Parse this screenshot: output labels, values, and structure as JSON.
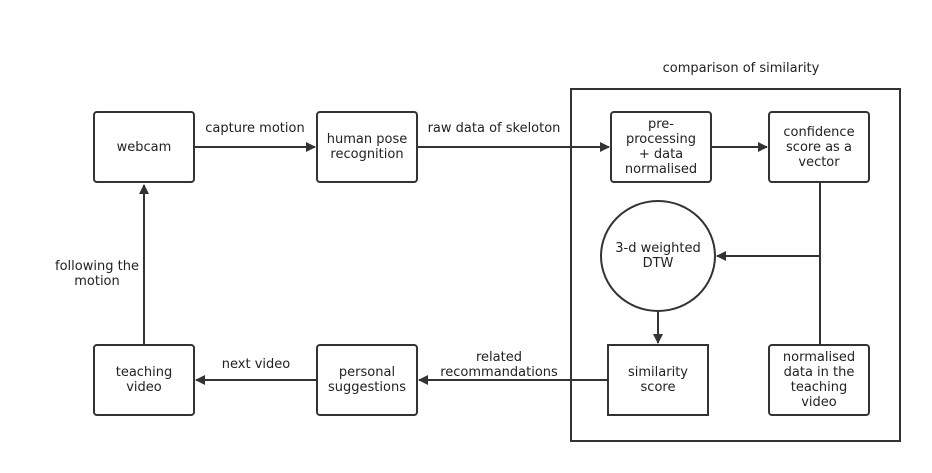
{
  "container": {
    "title": "comparison of similarity"
  },
  "nodes": {
    "webcam": "webcam",
    "human_pose": "human pose\nrecognition",
    "preprocessing": "pre-\nprocessing\n+ data\nnormalised",
    "confidence": "confidence\nscore as a\nvector",
    "dtw": "3-d weighted\nDTW",
    "similarity_score": "similarity\nscore",
    "normalised_data": "normalised\ndata in the\nteaching\nvideo",
    "personal_suggestions": "personal\nsuggestions",
    "teaching_video": "teaching\nvideo"
  },
  "edges": {
    "capture_motion": "capture motion",
    "raw_data": "raw data of skeloton",
    "following_motion": "following the\nmotion",
    "next_video": "next video",
    "related_recommandations": "related\nrecommandations"
  },
  "colors": {
    "stroke": "#333333",
    "background": "#ffffff"
  }
}
